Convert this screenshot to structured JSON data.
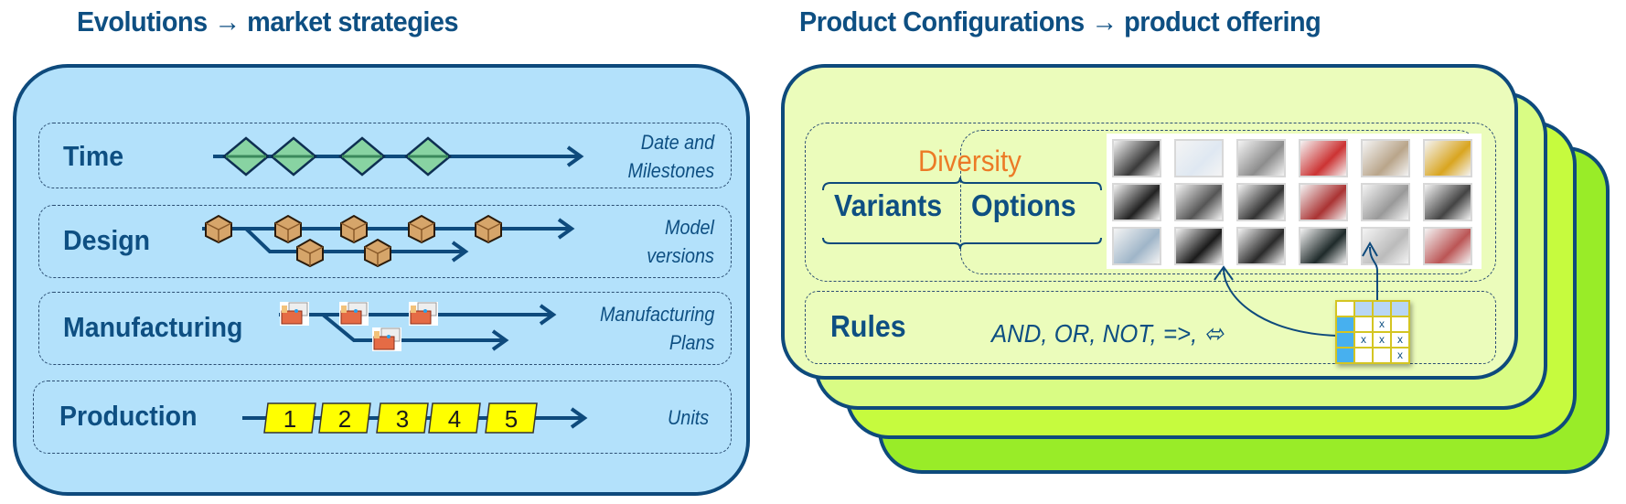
{
  "left": {
    "title": "Evolutions → market strategies",
    "rows": [
      {
        "label": "Time",
        "desc_line1": "Date and",
        "desc_line2": "Milestones",
        "icon": "milestone-diamond-icon",
        "count": 4
      },
      {
        "label": "Design",
        "desc_line1": "Model",
        "desc_line2": "versions",
        "icon": "model-box-icon",
        "main_count": 5,
        "branch_count": 2
      },
      {
        "label": "Manufacturing",
        "desc_line1": "Manufacturing",
        "desc_line2": "Plans",
        "icon": "factory-icon",
        "main_count": 3,
        "branch_count": 1
      },
      {
        "label": "Production",
        "desc_line1": "Units",
        "desc_line2": "",
        "units": [
          "1",
          "2",
          "3",
          "4",
          "5"
        ]
      }
    ]
  },
  "right": {
    "title": "Product Configurations → product offering",
    "diversity_label": "Diversity",
    "variants_label": "Variants",
    "options_label": "Options",
    "rules_label": "Rules",
    "rules_text": "AND, OR, NOT, =>,  ⬄",
    "gallery_items": [
      "steering-wheel",
      "world-map",
      "alloy-wheel",
      "paint-colors",
      "interior-trims",
      "brake-caliper",
      "tire-wheel",
      "engine",
      "interior-console",
      "upholstery-colors",
      "transmission",
      "steering-column",
      "seat",
      "badge",
      "dashboard",
      "vents",
      "suspension",
      "seat-covers"
    ],
    "matrix": [
      [
        "",
        "",
        "",
        ""
      ],
      [
        "",
        "",
        "x",
        ""
      ],
      [
        "",
        "x",
        "x",
        "x"
      ],
      [
        "",
        "",
        "",
        "x"
      ]
    ]
  },
  "colors": {
    "title": "#0e4f82",
    "left_panel": "#b3e1fb",
    "right_panel_front": "#ebfcbb",
    "stack_2": "#d9fc84",
    "stack_3": "#c6fb3e",
    "stack_4": "#99ec28",
    "diversity": "#ec7a26",
    "unit_fill": "#ffff00"
  }
}
